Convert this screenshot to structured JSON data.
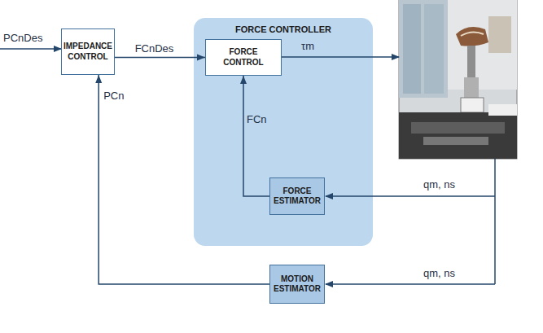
{
  "diagram": {
    "nodes": [
      {
        "text": [
          "IMPEDANCE CONTROL"
        ]
      },
      {
        "text": [
          "FORCE CONTROLLER"
        ]
      },
      {
        "text": [
          "FORCE CONTROL"
        ],
        "in": 1
      },
      {
        "text": [
          "FORCE ESTIMATOR"
        ],
        "in": 1
      },
      {
        "text": [
          "MOTION ESTIMATOR"
        ]
      }
    ],
    "edges": [
      {
        "from": 0,
        "to": 2,
        "arrow": "to",
        "label": "FCnDes"
      },
      {
        "from": 3,
        "to": 2,
        "arrow": "to",
        "label": "FCn"
      },
      {
        "from": 4,
        "to": 0,
        "arrow": "to",
        "label": "PCn"
      }
    ],
    "labels": [
      "PCnDes",
      "τm",
      "qm, ns",
      "qm, ns"
    ]
  }
}
